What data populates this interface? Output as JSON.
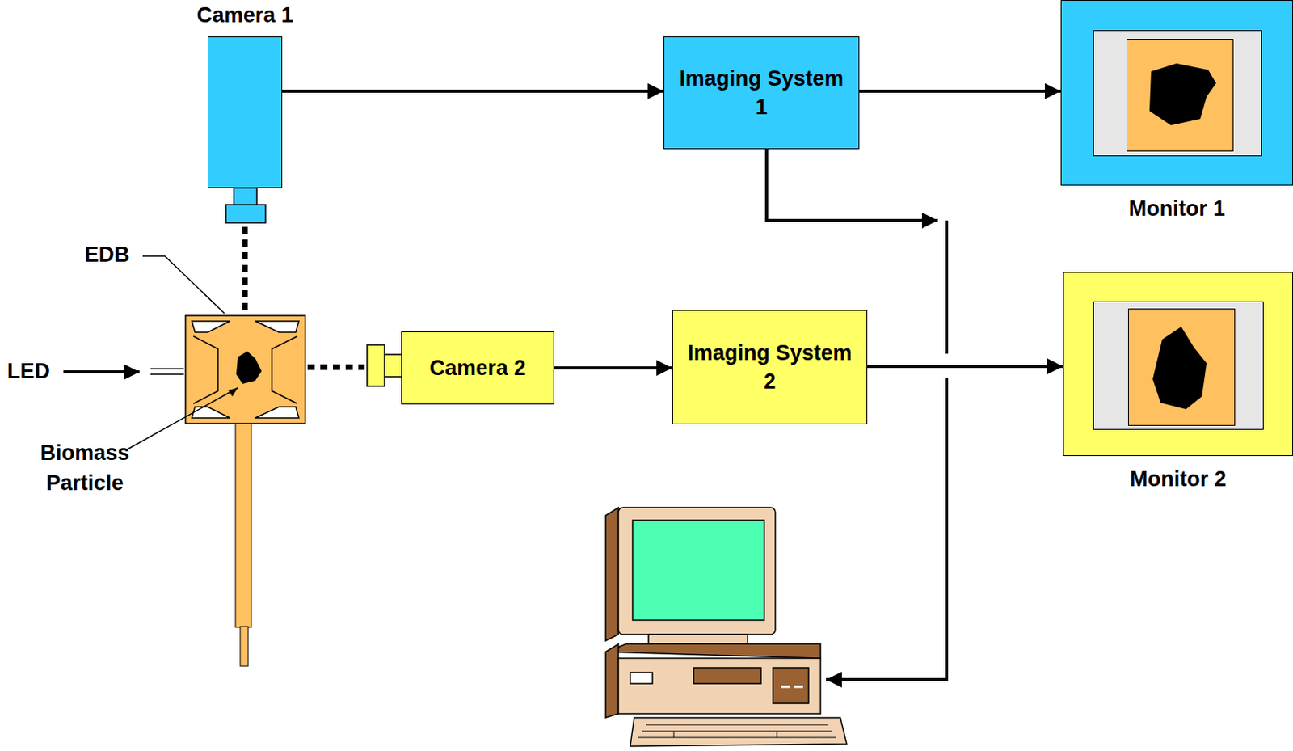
{
  "diagram": {
    "nodes": [
      {
        "text": [
          "Camera 1"
        ]
      },
      {
        "text": [
          "Imaging System 1"
        ]
      },
      {
        "text": [
          "Camera 2"
        ]
      },
      {
        "text": [
          "Imaging System 2"
        ]
      },
      {
        "text": [
          "Monitor 1"
        ]
      },
      {
        "text": [
          "Monitor 2"
        ]
      }
    ],
    "edges": [
      {
        "from": 0,
        "to": 1,
        "arrow": "to"
      },
      {
        "from": 1,
        "to": 4,
        "arrow": "to"
      },
      {
        "from": 2,
        "to": 3,
        "arrow": "to"
      },
      {
        "from": 3,
        "to": 5,
        "arrow": "to"
      }
    ],
    "labels": [
      "EDB",
      "LED",
      "Biomass Particle"
    ]
  }
}
